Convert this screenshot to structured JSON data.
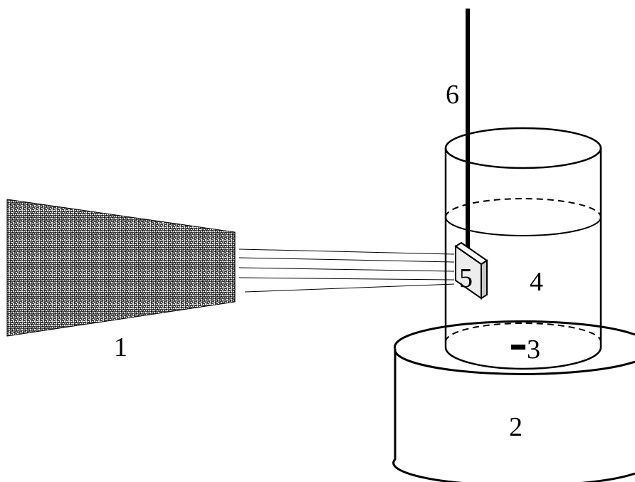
{
  "labels": {
    "lamp": "1",
    "stirrer": "2",
    "stir_bar": "3",
    "solution": "4",
    "sample": "5",
    "electrode": "6"
  },
  "colors": {
    "ink": "#000000",
    "lamp_fill": "#3a3a3a",
    "sample_fill": "#e6e6e6",
    "background": "#ffffff"
  }
}
